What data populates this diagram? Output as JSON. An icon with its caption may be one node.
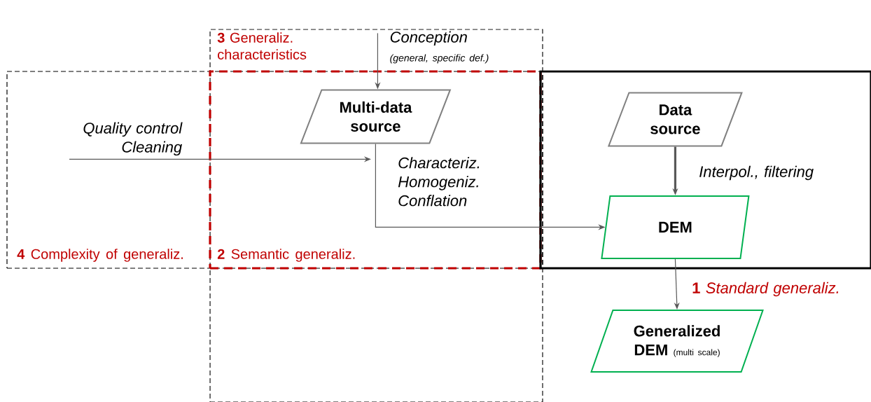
{
  "diagram": {
    "nodes": [
      {
        "text": [
          "**4** Complexity of generaliz."
        ]
      },
      {
        "text": [
          "**3** Generaliz. characteristics"
        ]
      },
      {
        "text": [
          "**2** Semantic generaliz."
        ]
      },
      {
        "text": [],
        "shape": "box"
      },
      {
        "text": [
          "Conception",
          "(general, specific def.)"
        ],
        "in": 1
      },
      {
        "text": [
          "Multi-data source"
        ],
        "in": 2
      },
      {
        "text": [
          "Quality control Cleaning"
        ],
        "in": 0
      },
      {
        "text": [
          "Data source"
        ],
        "in": 3
      },
      {
        "text": [
          "DEM"
        ],
        "in": 3
      },
      {
        "text": [
          "Generalized DEM",
          "(multi scale)"
        ]
      }
    ],
    "edges": [
      {
        "from": 4,
        "to": 5,
        "arrow": "to"
      },
      {
        "from": 6,
        "to": null,
        "arrow": "to"
      },
      {
        "from": 5,
        "to": 8,
        "arrow": "to",
        "label": "Characteriz. Homogeniz. Conflation"
      },
      {
        "from": 7,
        "to": 8,
        "arrow": "to",
        "label": "Interpol., filtering",
        "style": "thick"
      },
      {
        "from": 8,
        "to": 9,
        "arrow": "to",
        "label": "**1** *Standard generaliz.*"
      }
    ]
  }
}
